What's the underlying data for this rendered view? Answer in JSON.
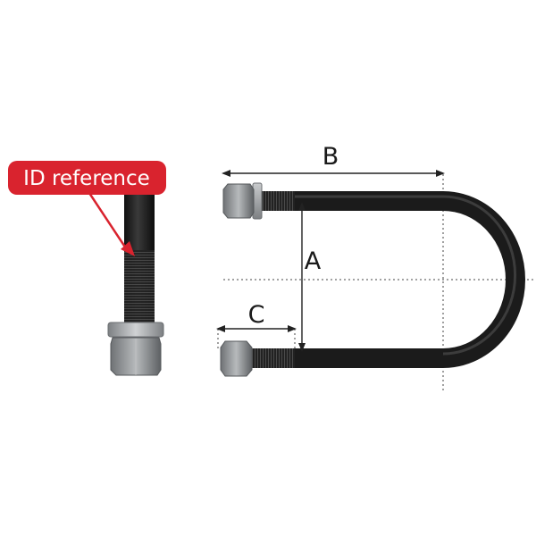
{
  "callout": {
    "text": "ID reference",
    "color": "#d9232e"
  },
  "dimensions": {
    "a_label": "A",
    "b_label": "B",
    "c_label": "C"
  },
  "colors": {
    "rod": "#1c1c1c",
    "nut": "#8e9194",
    "washer": "#a9acae",
    "dimension_line": "#222222",
    "guide_line": "#444444"
  }
}
